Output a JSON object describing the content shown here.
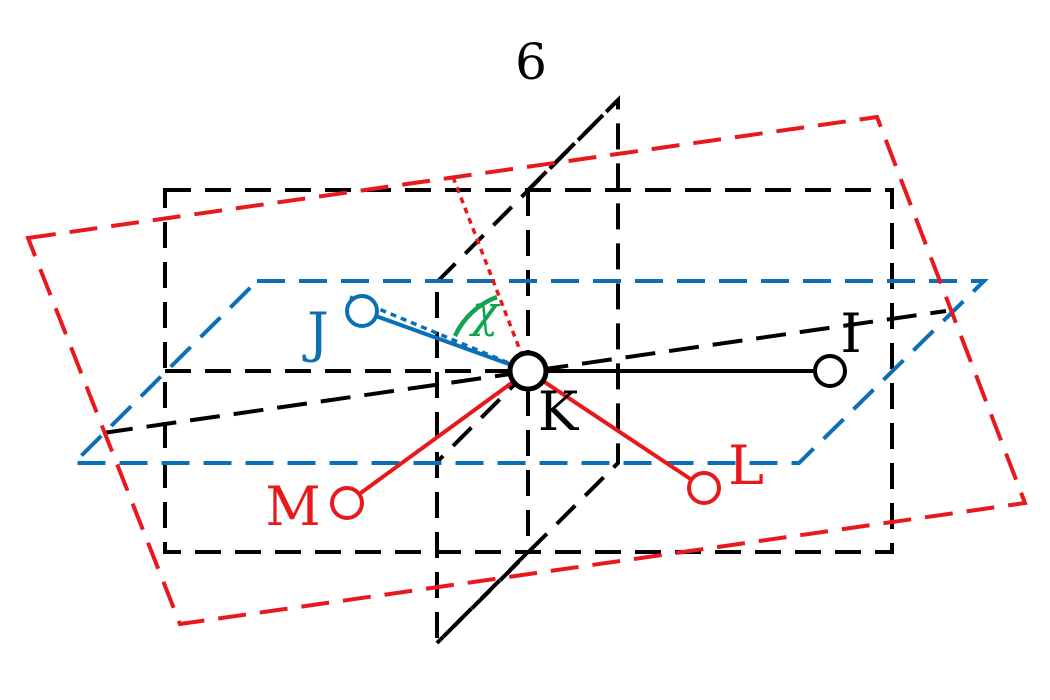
{
  "title": "6",
  "labels": {
    "I": "I",
    "J": "J",
    "K": "K",
    "L": "L",
    "M": "M",
    "angle": "χ"
  },
  "colors": {
    "black": "#000000",
    "red": "#e8191c",
    "blue": "#0b6fb6",
    "green": "#12a350"
  }
}
